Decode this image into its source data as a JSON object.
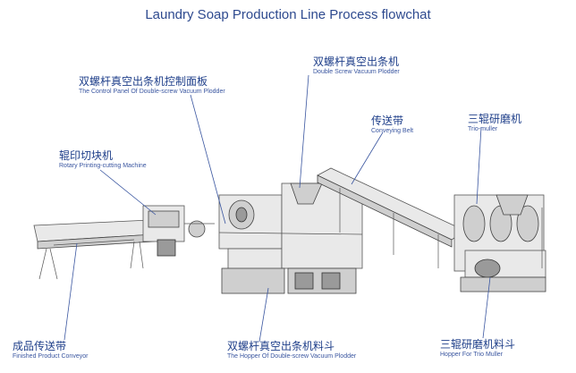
{
  "title": "Laundry Soap Production Line Process flowchat",
  "labels": {
    "control_panel": {
      "zh": "双螺杆真空出条机控制面板",
      "en": "The Control Panel Of Double-screw Vacuum Plodder"
    },
    "plodder": {
      "zh": "双螺杆真空出条机",
      "en": "Double Screw Vacuum Plodder"
    },
    "conveying_belt": {
      "zh": "传送带",
      "en": "Conveying Belt"
    },
    "trio_muller": {
      "zh": "三辊研磨机",
      "en": "Trio-muller"
    },
    "printing_cutting": {
      "zh": "辊印切块机",
      "en": "Rotary Printing-cutting Machine"
    },
    "finished_conveyor": {
      "zh": "成品传送带",
      "en": "Finished Product Conveyor"
    },
    "plodder_hopper": {
      "zh": "双螺杆真空出条机料斗",
      "en": "The Hopper Of Double-screw Vacuum Plodder"
    },
    "muller_hopper": {
      "zh": "三辊研磨机料斗",
      "en": "Hopper For Trio Muller"
    }
  }
}
